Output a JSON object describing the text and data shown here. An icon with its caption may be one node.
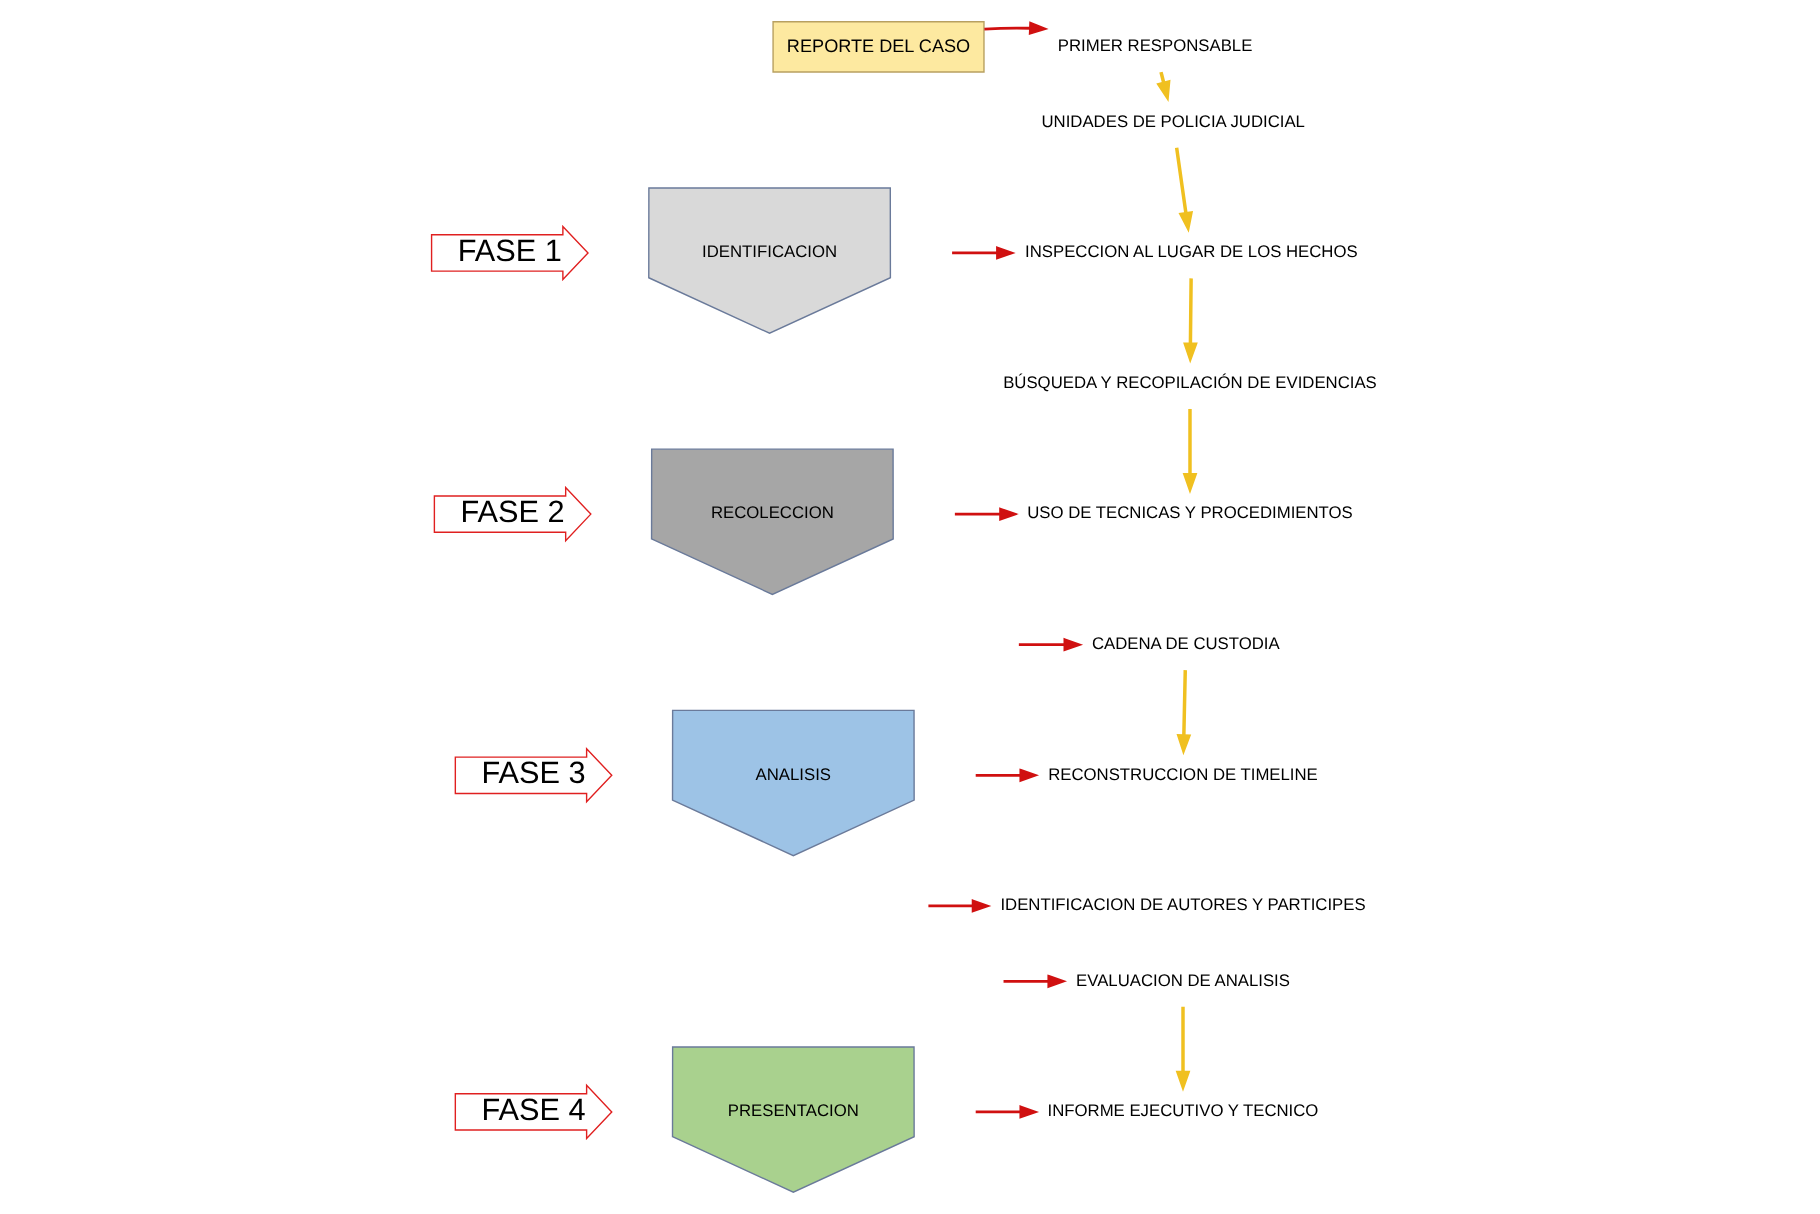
{
  "diagram": {
    "nodes": [
      {
        "text": [
          "REPORTE DEL CASO"
        ]
      },
      {
        "text": [
          "IDENTIFICACION"
        ]
      },
      {
        "text": [
          "RECOLECCION"
        ]
      },
      {
        "text": [
          "ANALISIS"
        ]
      },
      {
        "text": [
          "PRESENTACION"
        ]
      },
      {
        "text": [
          "FASE 1"
        ]
      },
      {
        "text": [
          "FASE 2"
        ]
      },
      {
        "text": [
          "FASE 3"
        ]
      },
      {
        "text": [
          "FASE 4"
        ]
      },
      {
        "text": [
          "PRIMER RESPONSABLE"
        ]
      },
      {
        "text": [
          "UNIDADES DE POLICIA JUDICIAL"
        ]
      },
      {
        "text": [
          "INSPECCION AL LUGAR DE LOS HECHOS"
        ]
      },
      {
        "text": [
          "BÚSQUEDA Y RECOPILACIÓN DE EVIDENCIAS"
        ]
      },
      {
        "text": [
          "USO DE TECNICAS Y PROCEDIMIENTOS"
        ]
      },
      {
        "text": [
          "CADENA DE CUSTODIA"
        ]
      },
      {
        "text": [
          "RECONSTRUCCION DE TIMELINE"
        ]
      },
      {
        "text": [
          "IDENTIFICACION DE AUTORES Y PARTICIPES"
        ]
      },
      {
        "text": [
          "EVALUACION DE ANALISIS"
        ]
      },
      {
        "text": [
          "INFORME EJECUTIVO Y TECNICO"
        ]
      }
    ],
    "edges": [
      {
        "from": 0,
        "to": 9,
        "arrow": "to"
      },
      {
        "from": 9,
        "to": 10,
        "arrow": "to",
        "color": "#f0c020"
      },
      {
        "from": 10,
        "to": 11,
        "arrow": "to",
        "color": "#f0c020"
      },
      {
        "from": null,
        "to": 11,
        "arrow": "to"
      },
      {
        "from": 11,
        "to": 12,
        "arrow": "to",
        "color": "#f0c020"
      },
      {
        "from": 12,
        "to": 13,
        "arrow": "to",
        "color": "#f0c020"
      },
      {
        "from": null,
        "to": 13,
        "arrow": "to"
      },
      {
        "from": null,
        "to": 14,
        "arrow": "to"
      },
      {
        "from": 14,
        "to": 15,
        "arrow": "to",
        "color": "#f0c020"
      },
      {
        "from": null,
        "to": 15,
        "arrow": "to"
      },
      {
        "from": null,
        "to": 16,
        "arrow": "to"
      },
      {
        "from": null,
        "to": 17,
        "arrow": "to"
      },
      {
        "from": 17,
        "to": 18,
        "arrow": "to",
        "color": "#f0c020"
      },
      {
        "from": null,
        "to": 18,
        "arrow": "to"
      }
    ]
  }
}
